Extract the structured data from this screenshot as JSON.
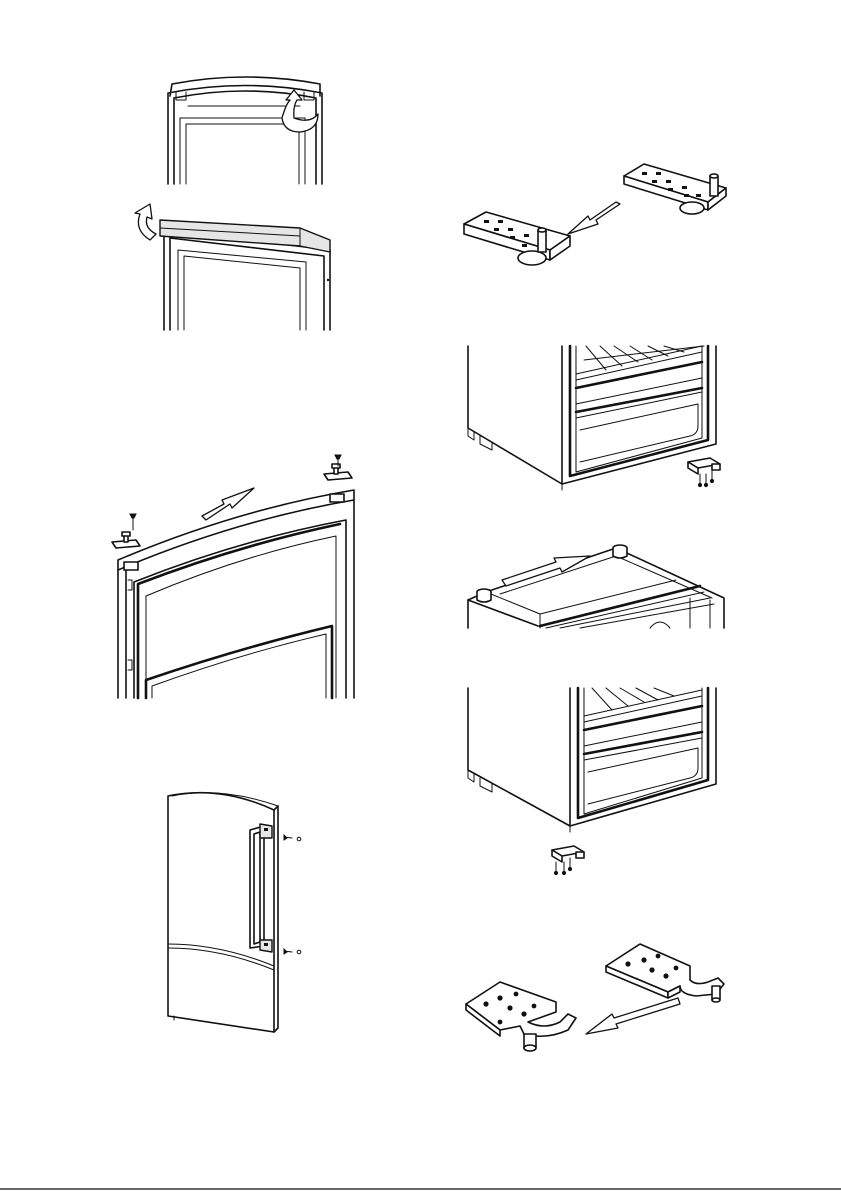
{
  "page": {
    "background_color": "#ffffff",
    "line_color": "#111111"
  },
  "steps": [
    {
      "id": "top-cover-tilt",
      "icon": "curved-rotation-arrow-icon"
    },
    {
      "id": "top-cover-lift-off",
      "icon": "curved-rotation-arrow-icon"
    },
    {
      "id": "upper-hinge-move",
      "icon": "straight-arrow-icon"
    },
    {
      "id": "lower-hinge-remove",
      "icon": "screw-icon"
    },
    {
      "id": "cabinet-feet-move",
      "icon": "straight-arrow-icon"
    },
    {
      "id": "lower-hinge-refit",
      "icon": "screw-icon"
    },
    {
      "id": "door-handle-move",
      "icon": "screw-icon"
    },
    {
      "id": "hinge-bracket-swap",
      "icon": "straight-arrow-icon"
    }
  ]
}
